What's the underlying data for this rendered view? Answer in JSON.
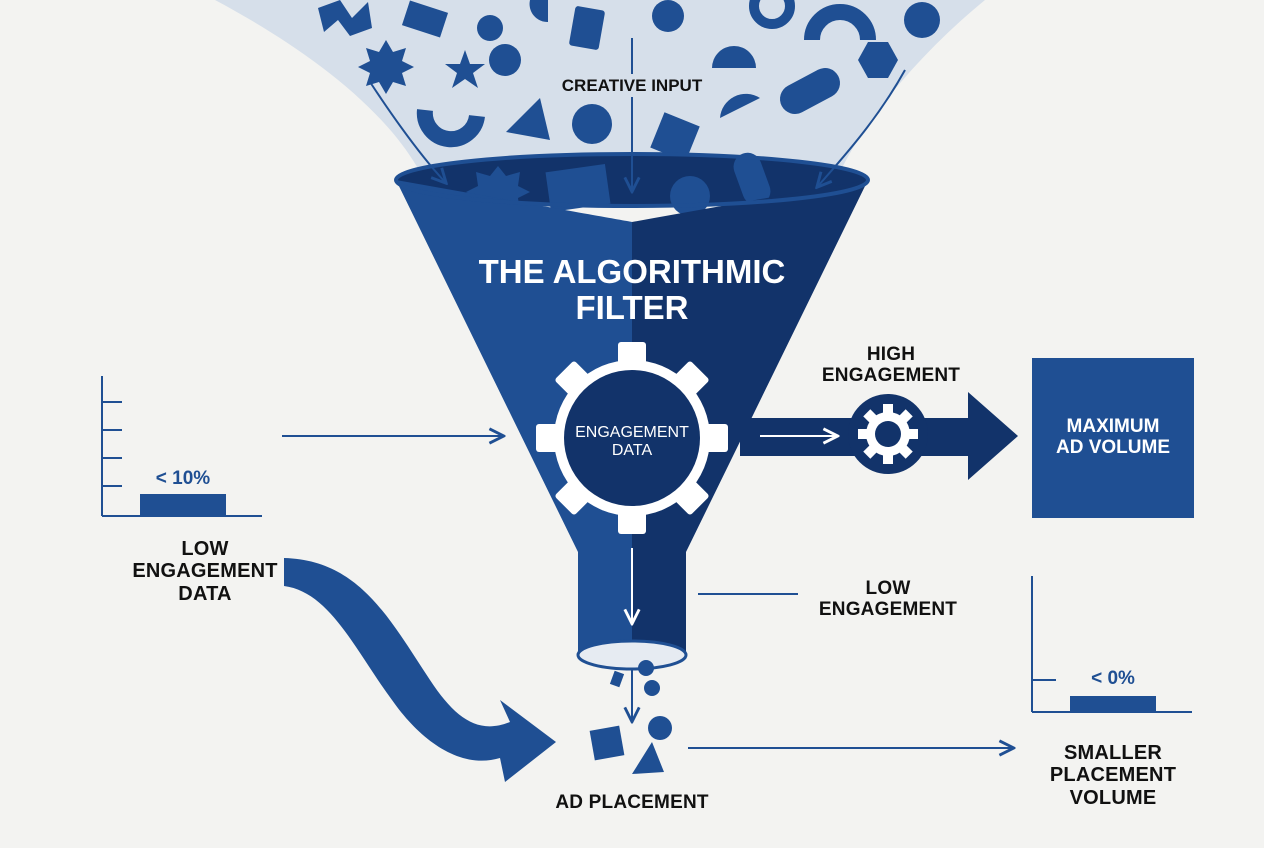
{
  "colors": {
    "background": "#f3f3f1",
    "primary": "#1f4f93",
    "primary_dark": "#12336a",
    "pale": "#d6dfea",
    "text": "#111111",
    "white": "#ffffff"
  },
  "labels": {
    "creative_input": "CREATIVE INPUT",
    "title_line1": "THE ALGORITHMIC",
    "title_line2": "FILTER",
    "engagement_line1": "ENGAGEMENT",
    "engagement_line2": "DATA",
    "high_line1": "HIGH",
    "high_line2": "ENGAGEMENT",
    "max_line1": "MAXIMUM",
    "max_line2": "AD VOLUME",
    "low_data_line1": "LOW",
    "low_data_line2": "ENGAGEMENT",
    "low_data_line3": "DATA",
    "low_right_line1": "LOW",
    "low_right_line2": "ENGAGEMENT",
    "ad_placement": "AD PLACEMENT",
    "smaller_line1": "SMALLER",
    "smaller_line2": "PLACEMENT",
    "smaller_line3": "VOLUME",
    "left_chart_value": "< 10%",
    "right_chart_value": "< 0%"
  },
  "icons": {
    "gear": "gear-icon",
    "small_gear": "small-gear-icon"
  }
}
